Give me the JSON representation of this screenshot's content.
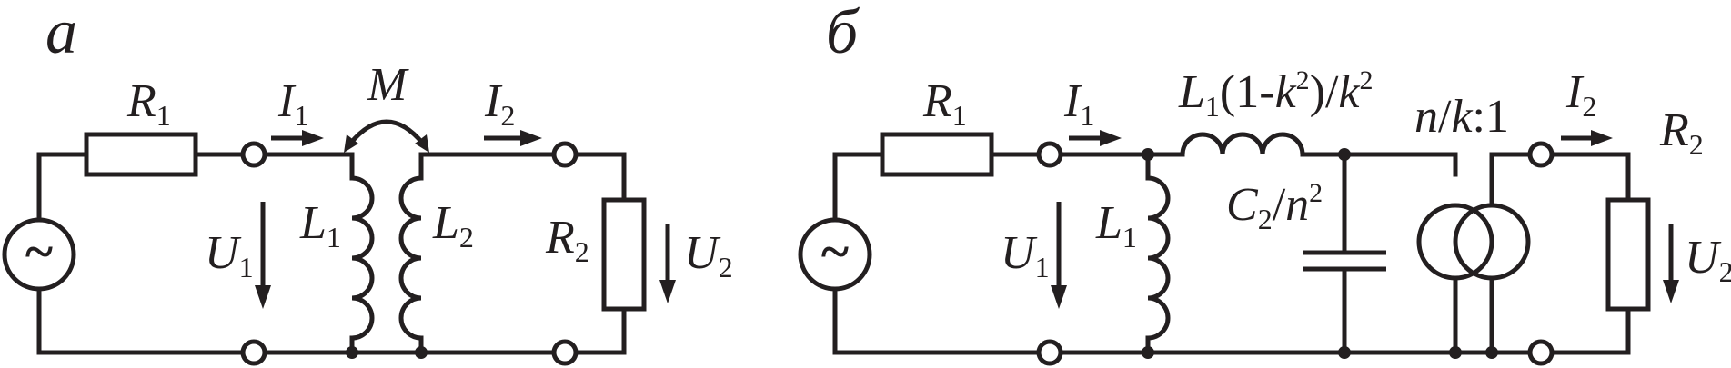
{
  "panels": {
    "a": {
      "letter": "а",
      "R1": {
        "sym": "R",
        "sub": "1"
      },
      "R2": {
        "sym": "R",
        "sub": "2"
      },
      "I1": {
        "sym": "I",
        "sub": "1"
      },
      "I2": {
        "sym": "I",
        "sub": "2"
      },
      "U1": {
        "sym": "U",
        "sub": "1"
      },
      "U2": {
        "sym": "U",
        "sub": "2"
      },
      "L1": {
        "sym": "L",
        "sub": "1"
      },
      "L2": {
        "sym": "L",
        "sub": "2"
      },
      "M": "M"
    },
    "b": {
      "letter": "б",
      "R1": {
        "sym": "R",
        "sub": "1"
      },
      "R2": {
        "sym": "R",
        "sub": "2"
      },
      "I1": {
        "sym": "I",
        "sub": "1"
      },
      "I2": {
        "sym": "I",
        "sub": "2"
      },
      "U1": {
        "sym": "U",
        "sub": "1"
      },
      "U2": {
        "sym": "U",
        "sub": "2"
      },
      "L1": {
        "sym": "L",
        "sub": "1"
      },
      "Lleak": {
        "L": "L",
        "sub": "1",
        "open": "(1-",
        "k": "k",
        "sup": "2",
        "close": ")/",
        "k2": "k",
        "sup2": "2"
      },
      "C2": {
        "C": "C",
        "sub": "2",
        "slash": "/",
        "n": "n",
        "sup": "2"
      },
      "ratio": {
        "n": "n",
        "slash": "/",
        "k": "k",
        "rest": ":1"
      }
    }
  },
  "source_symbol": "~"
}
